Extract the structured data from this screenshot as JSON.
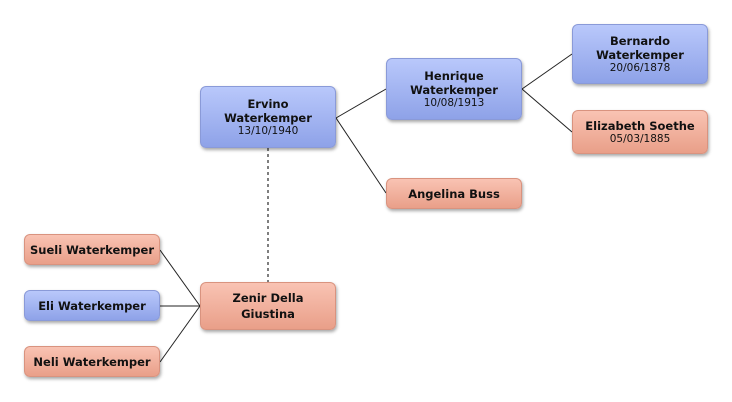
{
  "people": {
    "ervino": {
      "name": "Ervino\nWaterkemper",
      "date": "13/10/1940"
    },
    "henrique": {
      "name": "Henrique\nWaterkemper",
      "date": "10/08/1913"
    },
    "bernardo": {
      "name": "Bernardo\nWaterkemper",
      "date": "20/06/1878"
    },
    "elizabeth": {
      "name": "Elizabeth Soethe",
      "date": "05/03/1885"
    },
    "angelina": {
      "name": "Angelina Buss"
    },
    "zenir": {
      "name": "Zenir Della\nGiustina"
    },
    "sueli": {
      "name": "Sueli Waterkemper"
    },
    "eli": {
      "name": "Eli Waterkemper"
    },
    "neli": {
      "name": "Neli Waterkemper"
    }
  },
  "colors": {
    "male": "#9fb1f0",
    "female": "#f3b3a0",
    "line": "#222222"
  }
}
